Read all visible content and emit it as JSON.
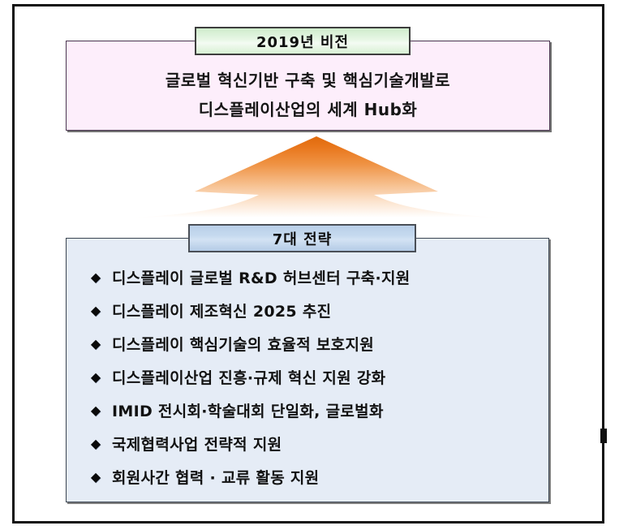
{
  "diagram": {
    "vision": {
      "badge_label": "2019년 비전",
      "badge_color": "#cfeccc",
      "panel_color": "#fdeefb",
      "lines": [
        "글로벌 혁신기반 구축 및 핵심기술개발로",
        "디스플레이산업의 세계 Hub화"
      ]
    },
    "arrow": {
      "icon": "up-arrow-flared",
      "color_top": "#e8751a",
      "color_bottom": "#ffffff"
    },
    "strategy": {
      "badge_label": "7대 전략",
      "badge_color": "#b9cfe8",
      "panel_color": "#e5ecf6",
      "bullet_glyph": "◆",
      "items": [
        {
          "label": "디스플레이 글로벌 R&D 허브센터 구축·지원"
        },
        {
          "label": "디스플레이 제조혁신 2025 추진"
        },
        {
          "label": "디스플레이 핵심기술의 효율적 보호지원"
        },
        {
          "label": "디스플레이산업 진흥·규제 혁신 지원 강화"
        },
        {
          "label": "IMID 전시회·학술대회 단일화, 글로벌화"
        },
        {
          "label": "국제협력사업 전략적 지원"
        },
        {
          "label": "회원사간 협력 · 교류 활동 지원"
        }
      ]
    }
  }
}
